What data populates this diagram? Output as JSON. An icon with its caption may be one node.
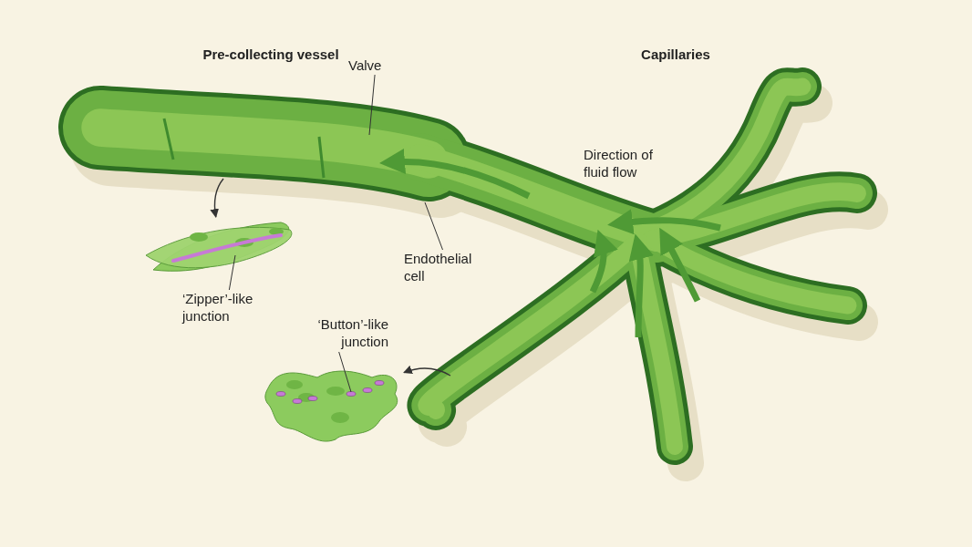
{
  "diagram": {
    "nodes": [
      {
        "text": [
          "Valve"
        ]
      },
      {
        "text": [
          "Endothelial cell"
        ]
      },
      {
        "text": [],
        "shape": "picture"
      },
      {
        "text": [
          "‘Zipper’-like junction"
        ]
      },
      {
        "text": [],
        "shape": "picture"
      },
      {
        "text": [
          "‘Button’-like junction"
        ]
      }
    ],
    "edges": [
      {
        "from": 0,
        "to": null,
        "arrow": "none"
      },
      {
        "from": 1,
        "to": null,
        "arrow": "none"
      },
      {
        "from": null,
        "to": 2,
        "arrow": "to"
      },
      {
        "from": 3,
        "to": 2,
        "arrow": "none"
      },
      {
        "from": null,
        "to": 4,
        "arrow": "to"
      },
      {
        "from": 5,
        "to": 4,
        "arrow": "none"
      }
    ],
    "labels": [
      "Pre-collecting vessel",
      "Capillaries",
      "Direction of fluid flow"
    ]
  }
}
